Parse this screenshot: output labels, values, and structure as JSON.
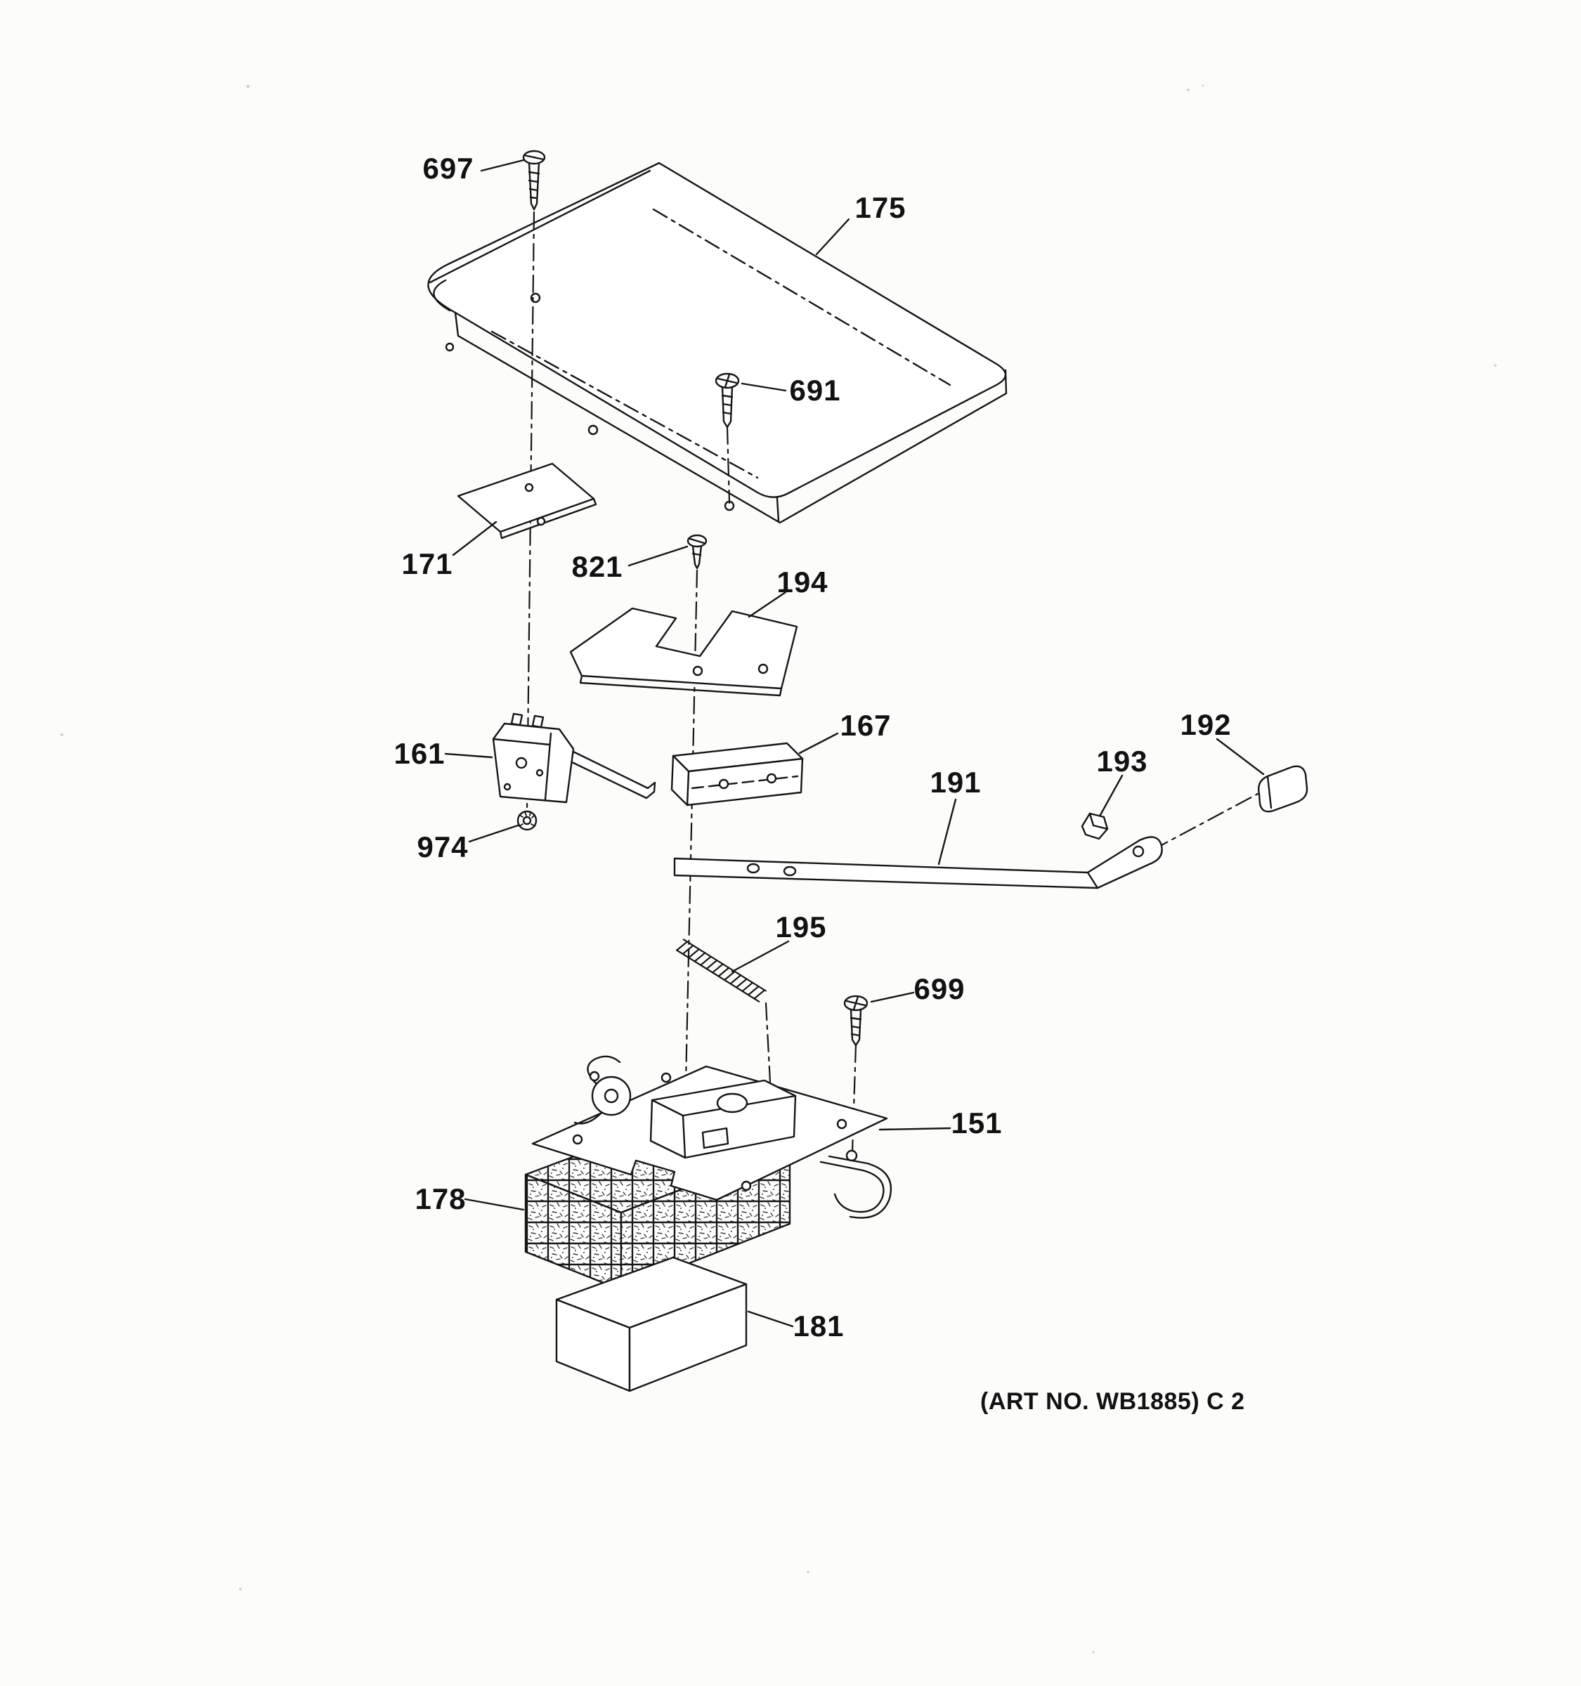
{
  "diagram": {
    "art_no": "(ART NO. WB1885) C 2",
    "ink_color": "#161616",
    "paper_color": "#fcfcfb",
    "parts": {
      "p151": "151",
      "p161": "161",
      "p167": "167",
      "p171": "171",
      "p175": "175",
      "p178": "178",
      "p181": "181",
      "p191": "191",
      "p192": "192",
      "p193": "193",
      "p194": "194",
      "p195": "195",
      "p691": "691",
      "p697": "697",
      "p699": "699",
      "p821": "821",
      "p974": "974"
    }
  }
}
